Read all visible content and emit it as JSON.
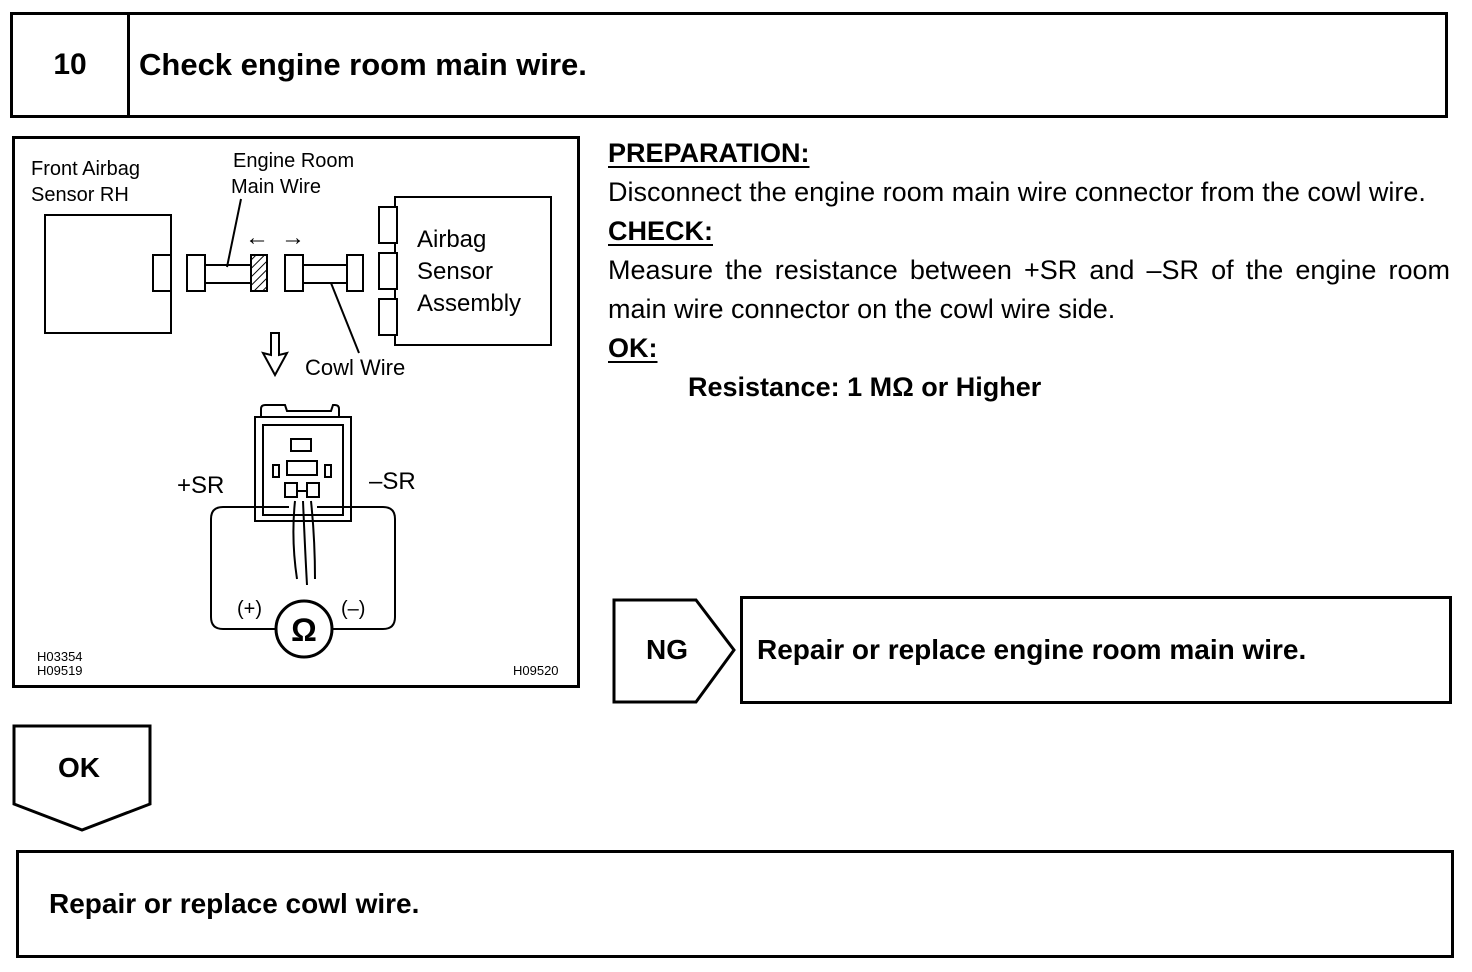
{
  "step": {
    "number": "10",
    "title": "Check engine room main wire."
  },
  "figure": {
    "label_front_airbag_1": "Front Airbag",
    "label_front_airbag_2": "Sensor RH",
    "label_engine_room_1": "Engine Room",
    "label_engine_room_2": "Main Wire",
    "label_airbag_1": "Airbag",
    "label_airbag_2": "Sensor",
    "label_airbag_3": "Assembly",
    "label_cowl_wire": "Cowl Wire",
    "label_plus_sr": "+SR",
    "label_minus_sr": "–SR",
    "label_plus": "(+)",
    "label_minus": "(–)",
    "ohm_symbol": "Ω",
    "code_1": "H03354",
    "code_2": "H09519",
    "code_3": "H09520"
  },
  "instructions": {
    "preparation_heading": "PREPARATION:",
    "preparation_text": "Disconnect the engine room main wire connector from the cowl wire.",
    "check_heading": "CHECK:",
    "check_text": "Measure the resistance between +SR and –SR of the engine room main wire connector on the cowl wire side.",
    "ok_heading": "OK:",
    "ok_spec": "Resistance: 1 MΩ or Higher"
  },
  "branches": {
    "ng_label": "NG",
    "ng_action": "Repair or replace engine room main wire.",
    "ok_label": "OK",
    "ok_action": "Repair or replace cowl wire."
  }
}
